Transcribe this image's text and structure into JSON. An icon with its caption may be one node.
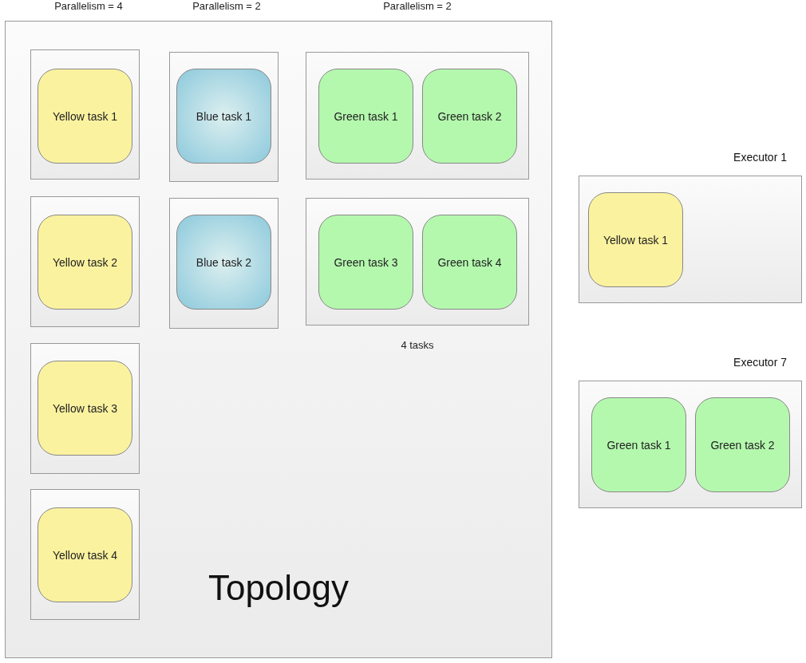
{
  "diagram": {
    "nodes": [
      {
        "text": [
          "Topology"
        ]
      },
      {
        "text": [],
        "shape": "box",
        "in": 0
      },
      {
        "text": [
          "Yellow task 1"
        ],
        "in": 1
      },
      {
        "text": [],
        "shape": "box",
        "in": 0
      },
      {
        "text": [
          "Blue task 1"
        ],
        "in": 3
      },
      {
        "text": [],
        "shape": "box",
        "in": 0
      },
      {
        "text": [
          "Green task 1"
        ],
        "in": 5
      },
      {
        "text": [
          "Green task 2"
        ],
        "in": 5
      },
      {
        "text": [],
        "shape": "box",
        "in": 0
      },
      {
        "text": [
          "Yellow task 2"
        ],
        "in": 8
      },
      {
        "text": [],
        "shape": "box",
        "in": 0
      },
      {
        "text": [
          "Blue task 2"
        ],
        "in": 10
      },
      {
        "text": [],
        "shape": "box",
        "in": 0
      },
      {
        "text": [
          "Green task 3"
        ],
        "in": 12
      },
      {
        "text": [
          "Green task 4"
        ],
        "in": 12
      },
      {
        "text": [],
        "shape": "box",
        "in": 0
      },
      {
        "text": [
          "Yellow task 3"
        ],
        "in": 15
      },
      {
        "text": [],
        "shape": "box",
        "in": 0
      },
      {
        "text": [
          "Yellow task 4"
        ],
        "in": 17
      },
      {
        "text": [
          "Executor 1"
        ]
      },
      {
        "text": [
          "Yellow task 1"
        ],
        "in": 19
      },
      {
        "text": [
          "Executor 7"
        ]
      },
      {
        "text": [
          "Green task 1"
        ],
        "in": 21
      },
      {
        "text": [
          "Green task 2"
        ],
        "in": 21
      }
    ],
    "labels": [
      "Parallelism = 4",
      "Parallelism = 2",
      "Parallelism = 2",
      "4 tasks"
    ]
  }
}
